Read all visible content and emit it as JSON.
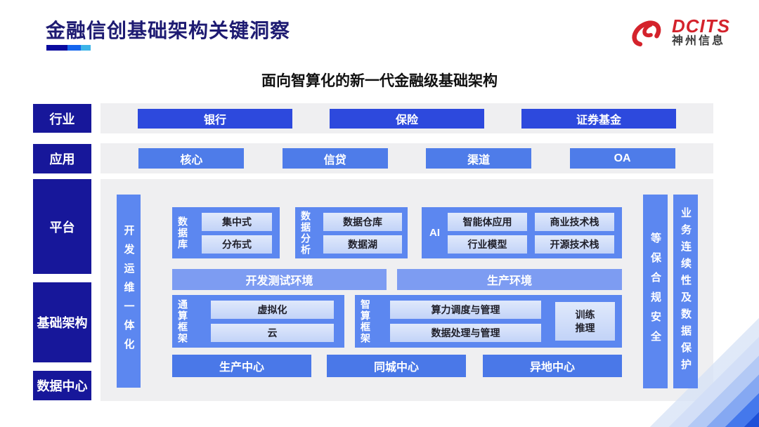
{
  "header": {
    "title": "金融信创基础架构关键洞察",
    "logo": {
      "brand": "DCITS",
      "company": "神州信息"
    }
  },
  "subtitle": "面向智算化的新一代金融级基础架构",
  "rows": {
    "industry": {
      "label": "行业",
      "items": [
        "银行",
        "保险",
        "证券基金"
      ]
    },
    "application": {
      "label": "应用",
      "items": [
        "核心",
        "信贷",
        "渠道",
        "OA"
      ]
    }
  },
  "side_labels": {
    "platform": "平台",
    "infrastructure": "基础架构",
    "datacenter": "数据中心"
  },
  "platform": {
    "devops_bar": "开发运维一体化",
    "database": {
      "label": "数据库",
      "items": [
        "集中式",
        "分布式"
      ]
    },
    "analytics": {
      "label": "数据分析",
      "items": [
        "数据仓库",
        "数据湖"
      ]
    },
    "ai": {
      "label": "AI",
      "items": [
        "智能体应用",
        "商业技术栈",
        "行业模型",
        "开源技术栈"
      ]
    },
    "environments": {
      "dev": "开发测试环境",
      "prod": "生产环境"
    },
    "general_framework": {
      "label": "通算框架",
      "items": [
        "虚拟化",
        "云"
      ]
    },
    "intelligent_framework": {
      "label": "智算框架",
      "items": [
        "算力调度与管理",
        "数据处理与管理"
      ],
      "side_box": "训练推理"
    },
    "centers": [
      "生产中心",
      "同城中心",
      "异地中心"
    ],
    "security_bar": "等保合规安全",
    "continuity_bar": "业务连续性及数据保护"
  },
  "colors": {
    "navy_label": "#17179a",
    "title_navy": "#1e1b72",
    "industry_blue": "#2d49dd",
    "application_blue": "#4e7ce9",
    "container_blue": "#5c87f0",
    "env_blue": "#7d9cf2",
    "center_blue": "#4a78e8",
    "light_box": "#c2d3f8",
    "panel_gray": "#efeff1",
    "logo_red": "#d4232c",
    "decor_dark_blue": "#1d50d8",
    "underline": [
      "#0a0a9e",
      "#1565ee",
      "#3cb4e8"
    ]
  }
}
